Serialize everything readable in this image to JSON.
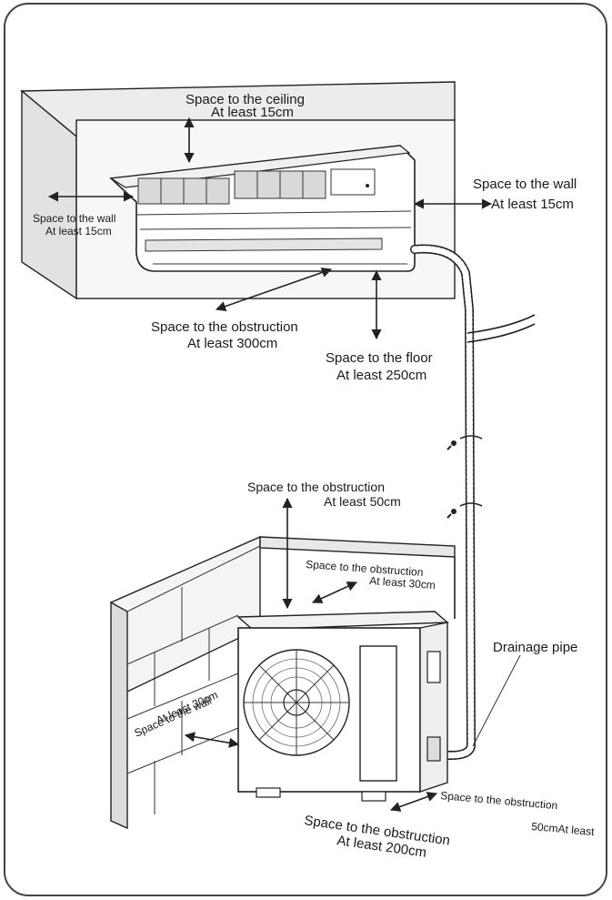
{
  "labels": {
    "ceiling": {
      "line1": "Space to the ceiling",
      "line2": "At least 15cm"
    },
    "wall_right": {
      "line1": "Space to the wall",
      "line2": "At least 15cm"
    },
    "wall_left": {
      "line1": "Space to the wall",
      "line2": "At least 15cm"
    },
    "obstruction_front": {
      "line1": "Space to the obstruction",
      "line2": "At least 300cm"
    },
    "floor": {
      "line1": "Space to the floor",
      "line2": "At least 250cm"
    },
    "outdoor_top": {
      "line1": "Space to the obstruction",
      "line2": "At least 50cm"
    },
    "outdoor_back": {
      "line1": "Space to the obstruction",
      "line2": "At least 30cm"
    },
    "outdoor_wall": {
      "line1": "Space to the wall",
      "line2": "At least 30cm"
    },
    "drainage": {
      "text": "Drainage pipe"
    },
    "outdoor_side": {
      "line1": "Space to the obstruction",
      "line2": "50cmAt least"
    },
    "outdoor_front": {
      "line1": "Space to the obstruction",
      "line2": "At least 200cm"
    }
  },
  "colors": {
    "line": "#222222",
    "frame": "#444444",
    "background": "#ffffff",
    "wall_fill": "#ececec"
  }
}
